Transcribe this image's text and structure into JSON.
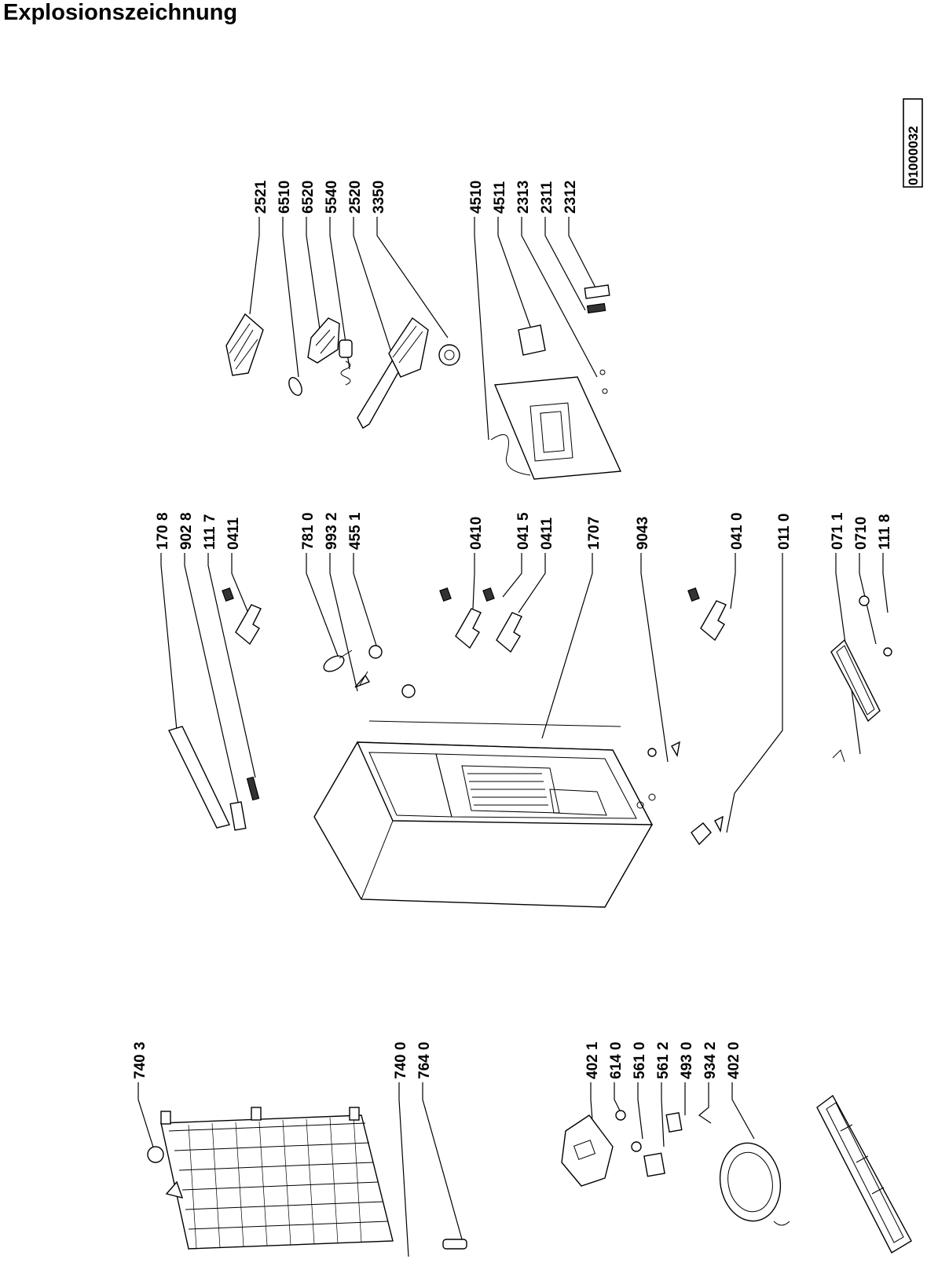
{
  "title": "Explosionszeichnung",
  "doc_code": "01000032",
  "labels": {
    "l2521": "2521",
    "l6510": "6510",
    "l6520": "6520",
    "l5540": "5540",
    "l2520": "2520",
    "l3350": "3350",
    "l4510": "4510",
    "l4511": "4511",
    "l2313": "2313",
    "l2311": "2311",
    "l2312": "2312",
    "l1708": "170 8",
    "l9028": "902 8",
    "l1117": "111 7",
    "l0411a": "0411",
    "l7810": "781 0",
    "l9932": "993 2",
    "l4551": "455 1",
    "l0410a": "0410",
    "l0415": "041 5",
    "l0411b": "0411",
    "l1707": "1707",
    "l9043": "9043",
    "l0410b": "041 0",
    "l0110": "011 0",
    "l0711": "071 1",
    "l0710": "0710",
    "l1118": "111 8",
    "l7403": "740 3",
    "l7400": "740 0",
    "l7640": "764 0",
    "l4021": "402 1",
    "l6140": "614 0",
    "l5610": "561 0",
    "l5612": "561 2",
    "l4930": "493 0",
    "l9342": "934 2",
    "l4020": "402 0"
  },
  "icons": [
    "compressor-icon",
    "condenser-icon",
    "cabinet-icon",
    "thermostat-icon",
    "hinge-icon",
    "handle-icon",
    "rear-panel-icon",
    "base-tray-icon"
  ]
}
